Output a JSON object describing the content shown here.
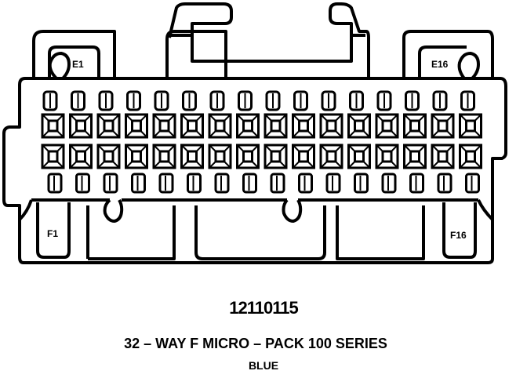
{
  "connector": {
    "part_number": "12110115",
    "description": "32 – WAY F MICRO – PACK 100 SERIES",
    "color": "BLUE",
    "cavity_labels": {
      "e_first": "E1",
      "e_last": "E16",
      "f_first": "F1",
      "f_last": "F16"
    },
    "columns": 16
  }
}
